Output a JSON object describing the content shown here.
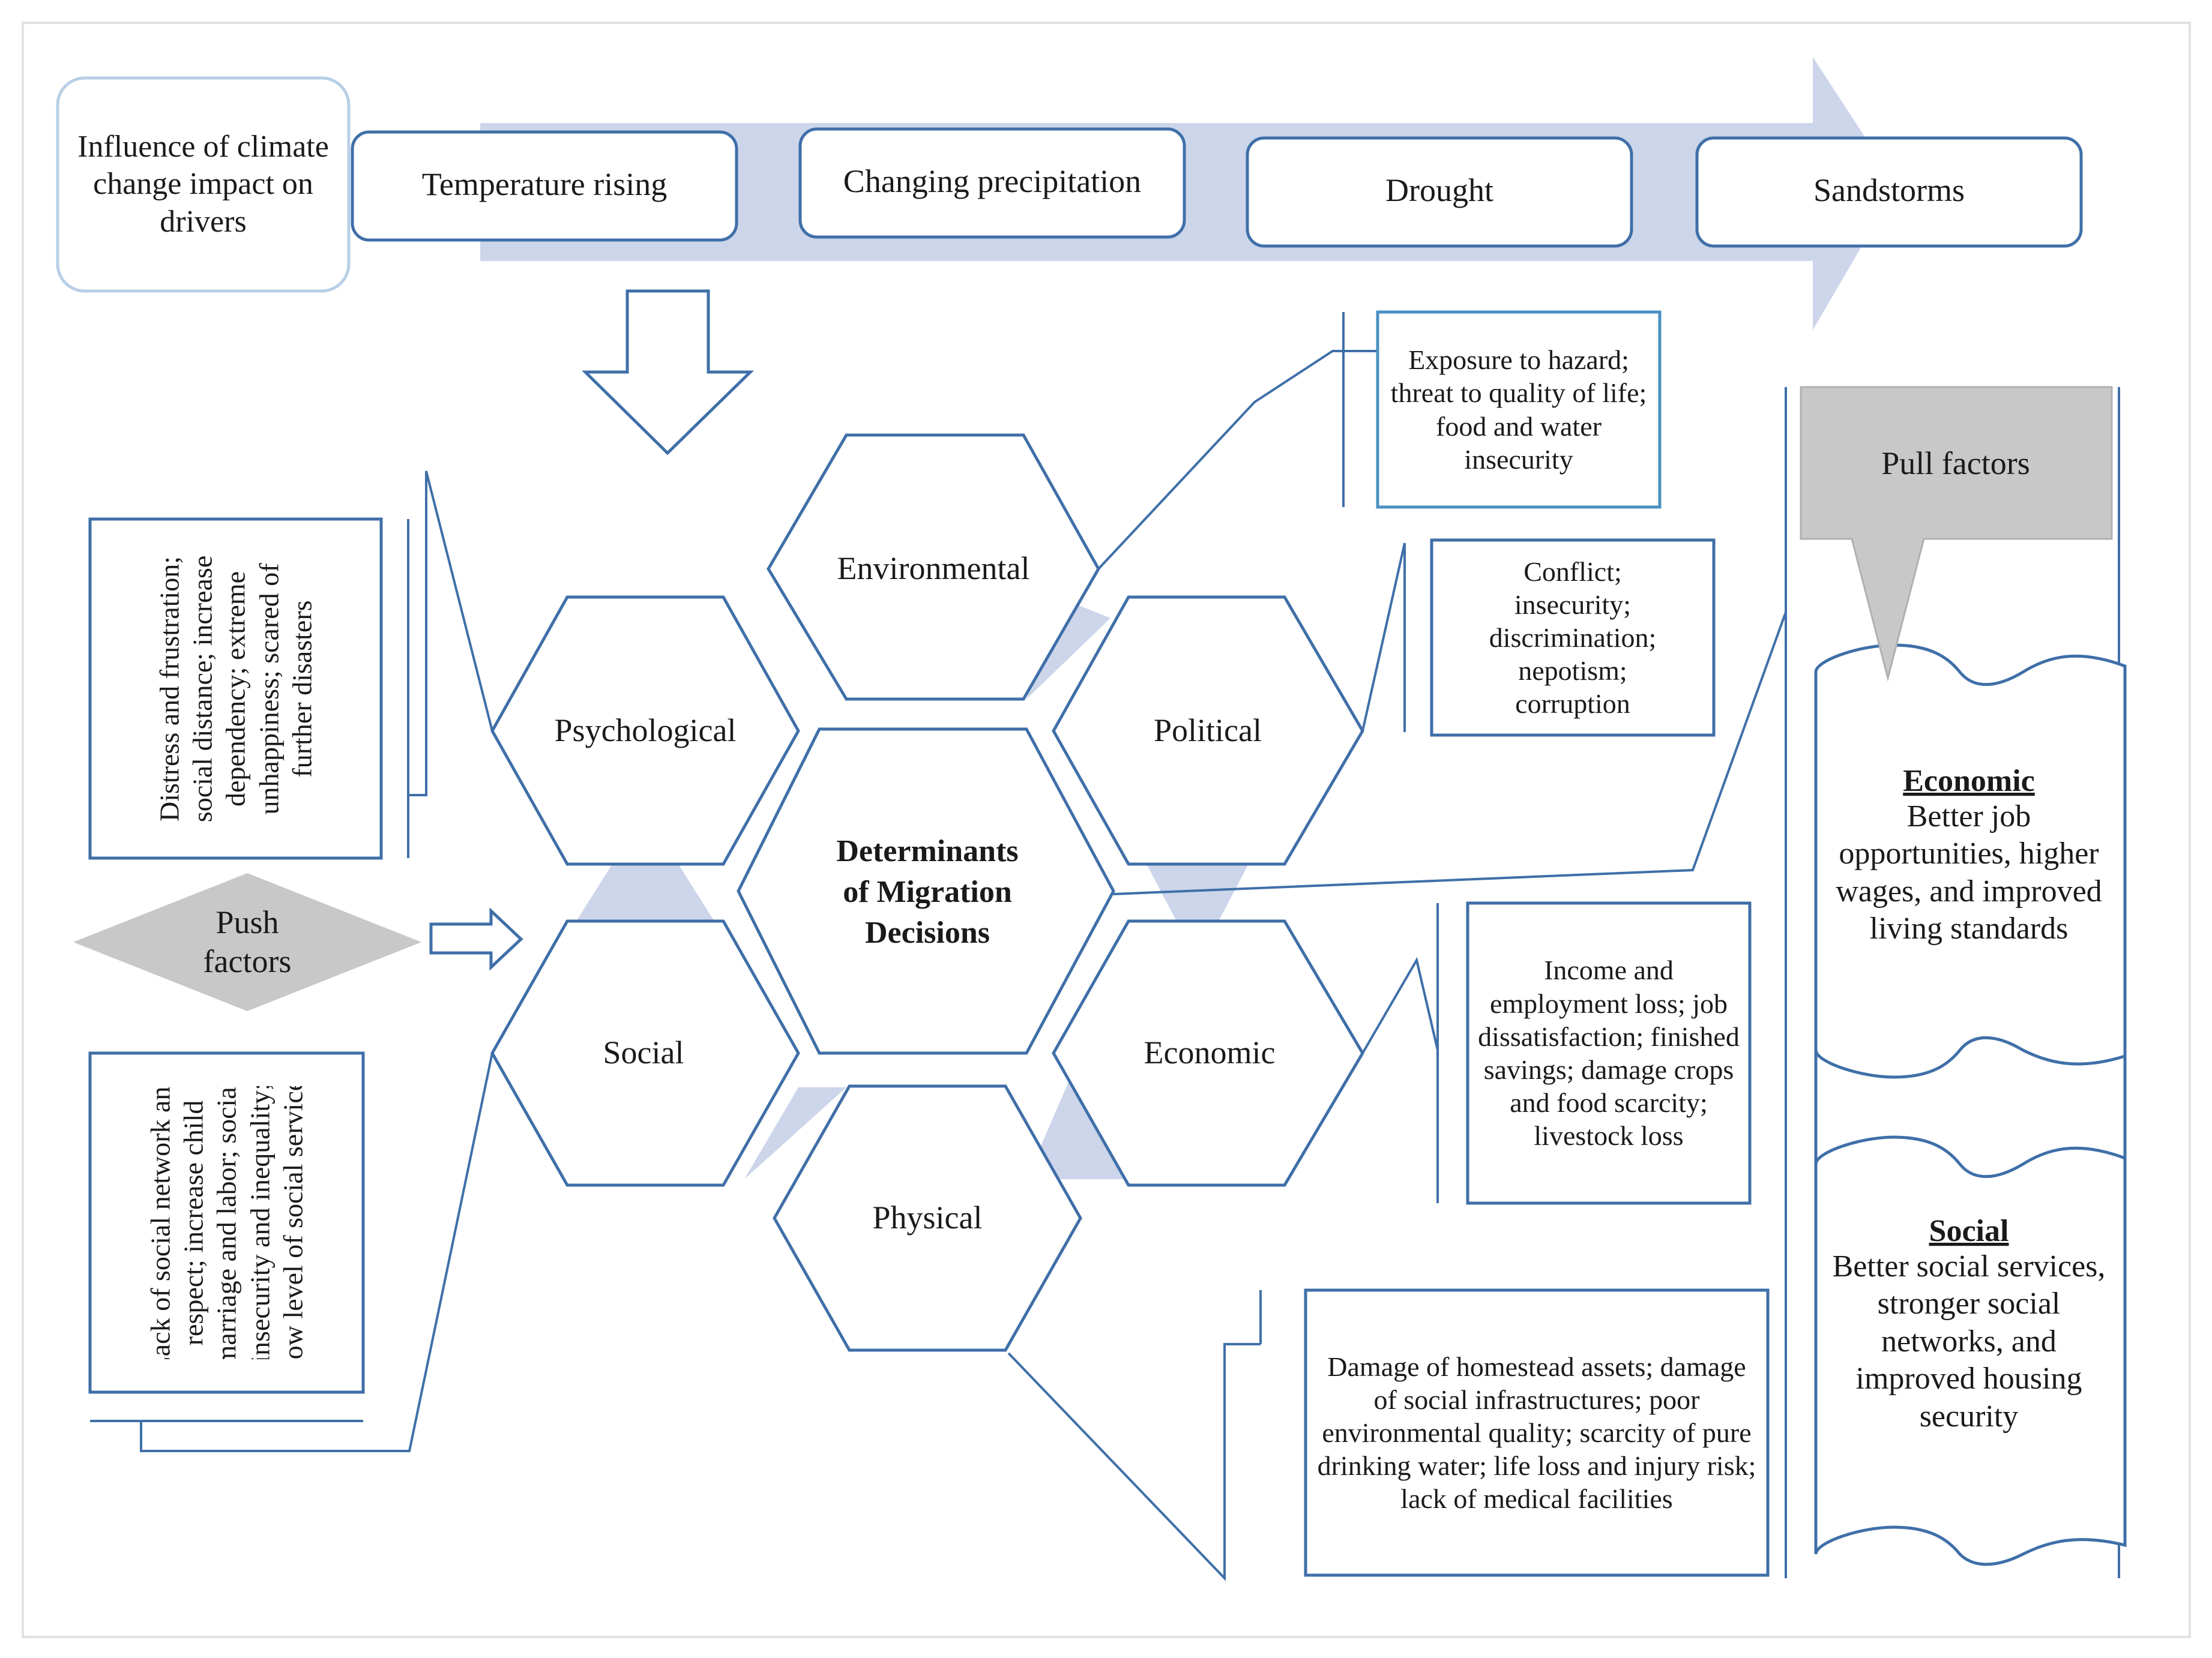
{
  "drivers": {
    "heading": "Influence of climate change impact on drivers",
    "items": [
      "Temperature rising",
      "Changing precipitation",
      "Drought",
      "Sandstorms"
    ]
  },
  "hexagons": {
    "center_line1": "Determinants",
    "center_line2": "of Migration",
    "center_line3": "Decisions",
    "environmental": "Environmental",
    "psychological": "Psychological",
    "political": "Political",
    "social": "Social",
    "economic": "Economic",
    "physical": "Physical"
  },
  "push": {
    "line1": "Push",
    "line2": "factors"
  },
  "callouts": {
    "environmental": "Exposure to hazard; threat to quality of life; food and water insecurity",
    "political": "Conflict; insecurity; discrimination; nepotism; corruption",
    "economic": "Income and employment loss; job dissatisfaction; finished savings; damage crops and food scarcity; livestock loss",
    "physical": "Damage of homestead assets; damage of social infrastructures; poor environmental quality; scarcity of pure drinking water; life loss and injury risk; lack of medical facilities",
    "psychological": "Distress and frustration; social distance; increase dependency; extreme unhappiness; scared of further disasters",
    "social": "Lack of social network and respect; increase child marriage and labor; social insecurity and inequality; low level of social service"
  },
  "pull": {
    "title": "Pull factors",
    "economic_heading": "Economic",
    "economic_text": "Better job opportunities, higher wages, and improved living standards",
    "social_heading": "Social",
    "social_text": "Better social services, stronger social networks, and improved housing security"
  },
  "colors": {
    "outline": "#3f6fa8",
    "light_fill": "#c8d2e8",
    "grey_fill": "#c8c8c8",
    "callout_border": "#4a90c2"
  }
}
